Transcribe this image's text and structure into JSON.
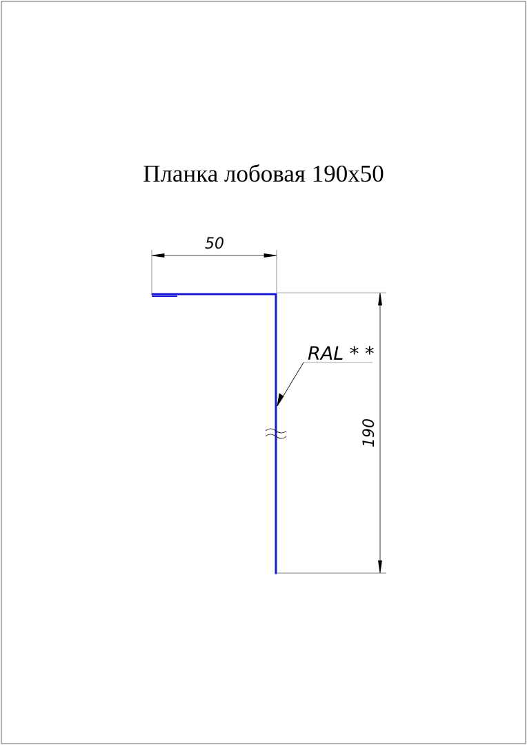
{
  "title": "Планка лобовая 190x50",
  "dimensions": {
    "width_label": "50",
    "height_label": "190"
  },
  "annotation": {
    "coating_label": "RAL * *"
  },
  "colors": {
    "profile": "#1a1ad0",
    "lines": "#000000",
    "frame": "#555555"
  }
}
